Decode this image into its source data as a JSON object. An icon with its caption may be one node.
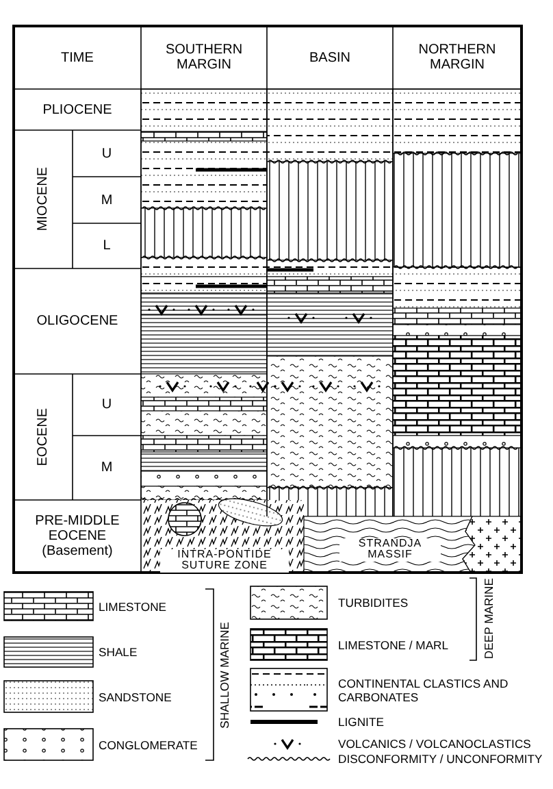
{
  "diagram": {
    "nodes": [
      {
        "text": [
          "INTRA-PONTIDE SUTURE ZONE"
        ]
      },
      {
        "text": [
          "STRANDJA MASSIF"
        ]
      }
    ],
    "labels": [
      "TIME",
      "SOUTHERN MARGIN",
      "BASIN",
      "NORTHERN MARGIN",
      "PLIOCENE",
      "MIOCENE",
      "U",
      "M",
      "L",
      "OLIGOCENE",
      "EOCENE",
      "U",
      "M",
      "PRE-MIDDLE EOCENE (Basement)",
      "SHALLOW MARINE",
      "DEEP MARINE"
    ],
    "legend": [
      {
        "text": "LIMESTONE"
      },
      {
        "text": "SHALE"
      },
      {
        "text": "SANDSTONE"
      },
      {
        "text": "CONGLOMERATE"
      },
      {
        "text": "TURBIDITES"
      },
      {
        "text": "LIMESTONE / MARL"
      },
      {
        "text": "CONTINENTAL CLASTICS AND CARBONATES"
      },
      {
        "text": "LIGNITE"
      },
      {
        "text": "VOLCANICS / VOLCANOCLASTICS"
      },
      {
        "text": "DISCONFORMITY / UNCONFORMITY"
      }
    ]
  }
}
